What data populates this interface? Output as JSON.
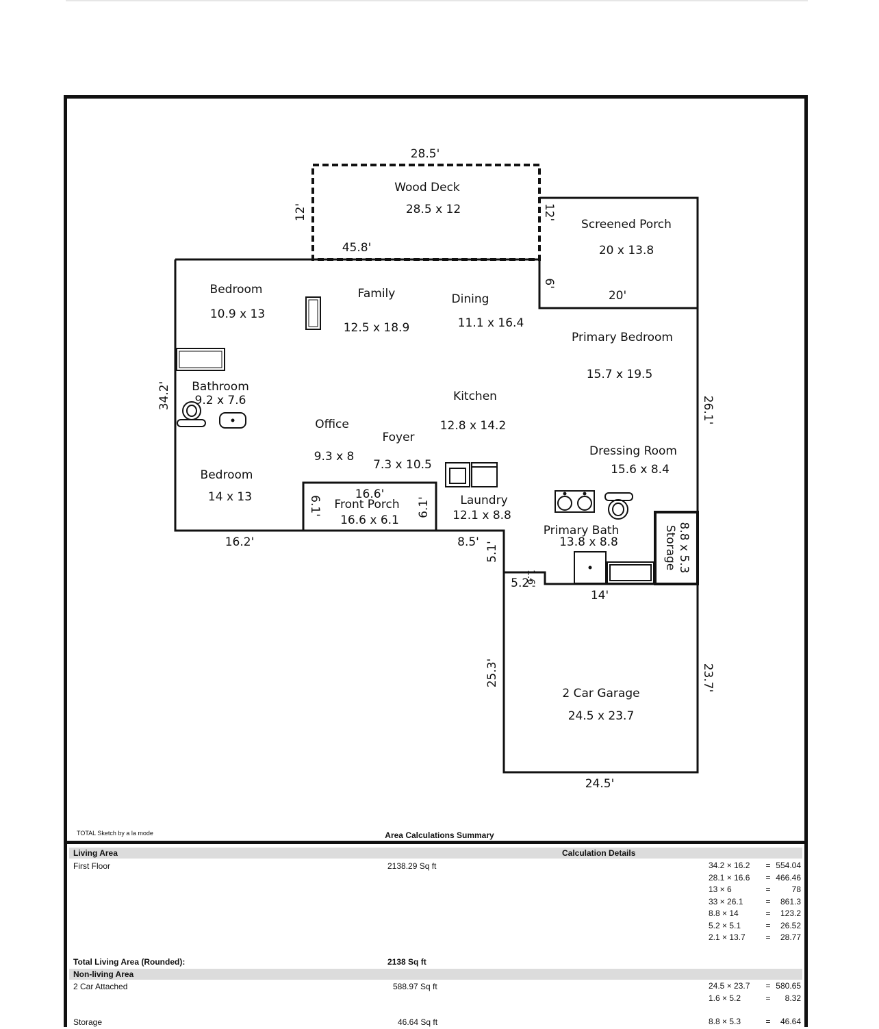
{
  "plan": {
    "rooms": [
      {
        "name": "Wood Deck",
        "size": "28.5 x 12"
      },
      {
        "name": "Screened Porch",
        "size": "20 x 13.8"
      },
      {
        "name": "Bedroom",
        "size": "10.9 x 13"
      },
      {
        "name": "Family",
        "size": "12.5 x 18.9"
      },
      {
        "name": "Dining",
        "size": "11.1 x 16.4"
      },
      {
        "name": "Primary Bedroom",
        "size": "15.7 x 19.5"
      },
      {
        "name": "Bathroom",
        "size": "9.2 x 7.6"
      },
      {
        "name": "Kitchen",
        "size": "12.8 x 14.2"
      },
      {
        "name": "Office",
        "size": "9.3 x 8"
      },
      {
        "name": "Foyer",
        "size": "7.3 x 10.5"
      },
      {
        "name": "Dressing Room",
        "size": "15.6 x 8.4"
      },
      {
        "name": "Bedroom",
        "size": "14 x 13"
      },
      {
        "name": "Front Porch",
        "size": "16.6 x 6.1"
      },
      {
        "name": "Laundry",
        "size": "12.1 x 8.8"
      },
      {
        "name": "Primary Bath",
        "size": "13.8 x 8.8"
      },
      {
        "name": "Storage",
        "size": "8.8 x 5.3"
      },
      {
        "name": "2 Car Garage",
        "size": "24.5 x 23.7"
      }
    ],
    "dimensions": [
      "28.5'",
      "12'",
      "12'",
      "45.8'",
      "6'",
      "20'",
      "34.2'",
      "26.1'",
      "16.6'",
      "6.1'",
      "6.1'",
      "16.2'",
      "8.5'",
      "5.1'",
      "5.2'",
      "1.6'",
      "14'",
      "25.3'",
      "23.7'",
      "24.5'"
    ]
  },
  "footer": {
    "software": "TOTAL Sketch by a la mode",
    "summary_title": "Area Calculations Summary"
  },
  "summary": {
    "living_header": "Living Area",
    "calc_header": "Calculation Details",
    "first_floor_label": "First Floor",
    "first_floor_area": "2138.29 Sq ft",
    "living_calcs": [
      {
        "expr": "34.2 × 16.2",
        "eq": "=",
        "val": "554.04"
      },
      {
        "expr": "28.1 × 16.6",
        "eq": "=",
        "val": "466.46"
      },
      {
        "expr": "13 × 6",
        "eq": "=",
        "val": "78"
      },
      {
        "expr": "33 × 26.1",
        "eq": "=",
        "val": "861.3"
      },
      {
        "expr": "8.8 × 14",
        "eq": "=",
        "val": "123.2"
      },
      {
        "expr": "5.2 × 5.1",
        "eq": "=",
        "val": "26.52"
      },
      {
        "expr": "2.1 × 13.7",
        "eq": "=",
        "val": "28.77"
      }
    ],
    "total_label": "Total Living Area (Rounded):",
    "total_value": "2138 Sq ft",
    "nonliving_header": "Non-living Area",
    "garage_label": "2 Car Attached",
    "garage_area": "588.97 Sq ft",
    "garage_calcs": [
      {
        "expr": "24.5 × 23.7",
        "eq": "=",
        "val": "580.65"
      },
      {
        "expr": "1.6 × 5.2",
        "eq": "=",
        "val": "8.32"
      }
    ],
    "storage_label": "Storage",
    "storage_area": "46.64 Sq ft",
    "storage_calcs": [
      {
        "expr": "8.8 × 5.3",
        "eq": "=",
        "val": "46.64"
      }
    ]
  }
}
